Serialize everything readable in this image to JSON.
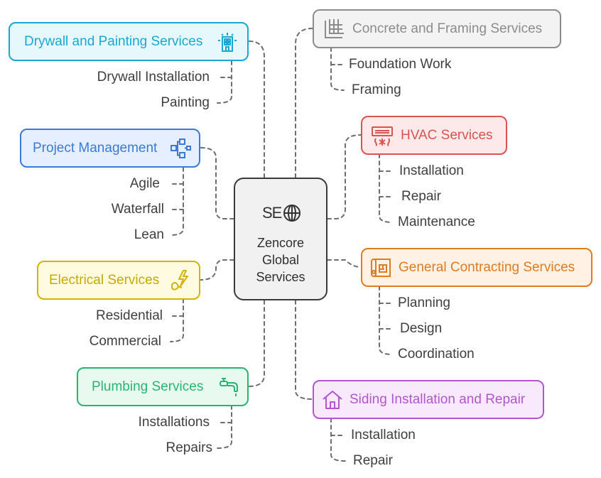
{
  "center": {
    "logo_text": "SE",
    "logo_icon": "globe-icon",
    "title_lines": [
      "Zencore",
      "Global",
      "Services"
    ]
  },
  "nodes": {
    "drywall": {
      "label": "Drywall and Painting Services",
      "icon": "building-icon",
      "color": "#1aa7d6",
      "fill": "#e6f8fc",
      "items": [
        "Drywall Installation",
        "Painting"
      ]
    },
    "project": {
      "label": "Project Management",
      "icon": "flowchart-icon",
      "color": "#3a7bd5",
      "fill": "#e6efff",
      "items": [
        "Agile",
        "Waterfall",
        "Lean"
      ]
    },
    "electrical": {
      "label": "Electrical Services",
      "icon": "lightning-plug-icon",
      "color": "#d4b400",
      "fill": "#fffbe0",
      "items": [
        "Residential",
        "Commercial"
      ]
    },
    "plumbing": {
      "label": "Plumbing Services",
      "icon": "faucet-icon",
      "color": "#27b572",
      "fill": "#e8faf0",
      "items": [
        "Installations",
        "Repairs"
      ]
    },
    "concrete": {
      "label": "Concrete and Framing Services",
      "icon": "frame-grid-icon",
      "color": "#8c8c8c",
      "fill": "#f3f3f3",
      "items": [
        "Foundation Work",
        "Framing"
      ]
    },
    "hvac": {
      "label": "HVAC Services",
      "icon": "air-conditioner-icon",
      "color": "#d9534f",
      "fill": "#fde9e9",
      "items": [
        "Installation",
        "Repair",
        "Maintenance"
      ]
    },
    "general": {
      "label": "General Contracting Services",
      "icon": "blueprint-icon",
      "color": "#e07b20",
      "fill": "#fff1e3",
      "items": [
        "Planning",
        "Design",
        "Coordination"
      ]
    },
    "siding": {
      "label": "Siding Installation and Repair",
      "icon": "house-icon",
      "color": "#b455d0",
      "fill": "#f8e9fc",
      "items": [
        "Installation",
        "Repair"
      ]
    }
  }
}
